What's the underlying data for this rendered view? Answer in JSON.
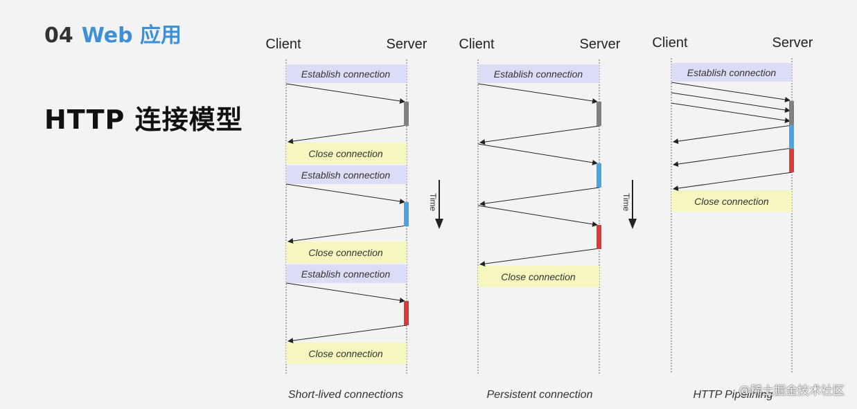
{
  "header": {
    "section_number": "04",
    "section_name": "Web 应用"
  },
  "title": "HTTP 连接模型",
  "colors": {
    "establish_bg": "#dcdcf6",
    "close_bg": "#f6f6bf",
    "gray_bar": "#808080",
    "blue_bar": "#4aa3e6",
    "red_bar": "#d93a36"
  },
  "diagrams": [
    {
      "client_label": "Client",
      "server_label": "Server",
      "caption": "Short-lived connections",
      "time_label": "Time",
      "bands": [
        {
          "kind": "establish",
          "label": "Establish connection"
        },
        {
          "kind": "close",
          "label": "Close connection"
        },
        {
          "kind": "establish",
          "label": "Establish connection"
        },
        {
          "kind": "close",
          "label": "Close connection"
        },
        {
          "kind": "establish",
          "label": "Establish connection"
        },
        {
          "kind": "close",
          "label": "Close connection"
        }
      ],
      "processing_bars": [
        "gray",
        "blue",
        "red"
      ]
    },
    {
      "client_label": "Client",
      "server_label": "Server",
      "caption": "Persistent connection",
      "time_label": "Time",
      "bands": [
        {
          "kind": "establish",
          "label": "Establish connection"
        },
        {
          "kind": "close",
          "label": "Close connection"
        }
      ],
      "processing_bars": [
        "gray",
        "blue",
        "red"
      ]
    },
    {
      "client_label": "Client",
      "server_label": "Server",
      "caption": "HTTP Pipelining",
      "bands": [
        {
          "kind": "establish",
          "label": "Establish connection"
        },
        {
          "kind": "close",
          "label": "Close connection"
        }
      ],
      "processing_bars": [
        "gray",
        "blue",
        "red"
      ]
    }
  ],
  "watermark": "@稀土掘金技术社区"
}
